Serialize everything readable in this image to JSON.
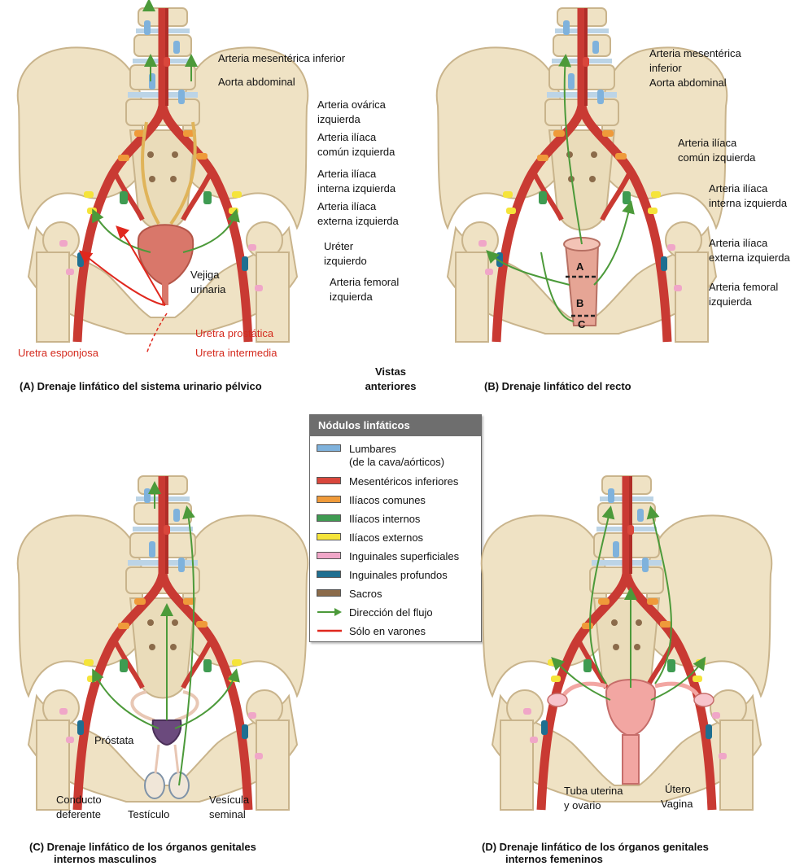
{
  "panelA": {
    "labels": {
      "mesenterica": "Arteria mesentérica inferior",
      "aorta": "Aorta abdominal",
      "ovarica1": "Arteria ovárica",
      "ovarica2": "izquierda",
      "iliaca_comun1": "Arteria ilíaca",
      "iliaca_comun2": "común izquierda",
      "iliaca_interna1": "Arteria ilíaca",
      "iliaca_interna2": "interna izquierda",
      "iliaca_externa1": "Arteria ilíaca",
      "iliaca_externa2": "externa izquierda",
      "ureter1": "Uréter",
      "ureter2": "izquierdo",
      "vejiga1": "Vejiga",
      "vejiga2": "urinaria",
      "femoral1": "Arteria femoral",
      "femoral2": "izquierda",
      "uretra_prostatica": "Uretra prostática",
      "uretra_esponjosa": "Uretra esponjosa",
      "uretra_intermedia": "Uretra intermedia"
    },
    "caption": "(A)  Drenaje linfático del sistema urinario pélvico"
  },
  "center_caption": {
    "line1": "Vistas",
    "line2": "anteriores"
  },
  "panelB": {
    "labels": {
      "mesenterica1": "Arteria mesentérica",
      "mesenterica2": "inferior",
      "aorta": "Aorta abdominal",
      "iliaca_comun1": "Arteria ilíaca",
      "iliaca_comun2": "común izquierda",
      "iliaca_interna1": "Arteria ilíaca",
      "iliaca_interna2": "interna izquierda",
      "iliaca_externa1": "Arteria ilíaca",
      "iliaca_externa2": "externa izquierda",
      "femoral1": "Arteria femoral",
      "femoral2": "izquierda",
      "zone_a": "A",
      "zone_b": "B",
      "zone_c": "C"
    },
    "caption": "(B)  Drenaje linfático del recto"
  },
  "panelC": {
    "labels": {
      "prostata": "Próstata",
      "conducto1": "Conducto",
      "conducto2": "deferente",
      "testiculo": "Testículo",
      "vesicula1": "Vesícula",
      "vesicula2": "seminal"
    },
    "caption1": "(C)  Drenaje linfático de los órganos genitales",
    "caption2": "internos masculinos"
  },
  "panelD": {
    "labels": {
      "tuba1": "Tuba uterina",
      "tuba2": "y ovario",
      "utero": "Útero",
      "vagina": "Vagina"
    },
    "caption1": "(D)  Drenaje linfático de los órganos genitales",
    "caption2": "internos femeninos"
  },
  "legend": {
    "title": "Nódulos linfáticos",
    "items": [
      {
        "label1": "Lumbares",
        "label2": "(de la cava/aórticos)",
        "color": "#7fb2dc"
      },
      {
        "label1": "Mesentéricos inferiores",
        "color": "#d9473c"
      },
      {
        "label1": "Ilíacos comunes",
        "color": "#ef9a3a"
      },
      {
        "label1": "Ilíacos internos",
        "color": "#3f9b52"
      },
      {
        "label1": "Ilíacos externos",
        "color": "#f5e43a"
      },
      {
        "label1": "Inguinales superficiales",
        "color": "#f0a6c8"
      },
      {
        "label1": "Inguinales profundos",
        "color": "#1f6f91"
      },
      {
        "label1": "Sacros",
        "color": "#8b6b4a"
      },
      {
        "label1": "Dirección del flujo",
        "color": "#4c9a3a"
      },
      {
        "label1": "Sólo en varones",
        "color": "#e0281e"
      }
    ]
  },
  "colors": {
    "bone": "#efe2c4",
    "bone_edge": "#c9b48c",
    "disc": "#bcd4e6",
    "artery": "#c93a33",
    "flow": "#4c9a3a",
    "male_only": "#e0281e",
    "bladder": "#d9776a",
    "rectum": "#e6a595"
  }
}
